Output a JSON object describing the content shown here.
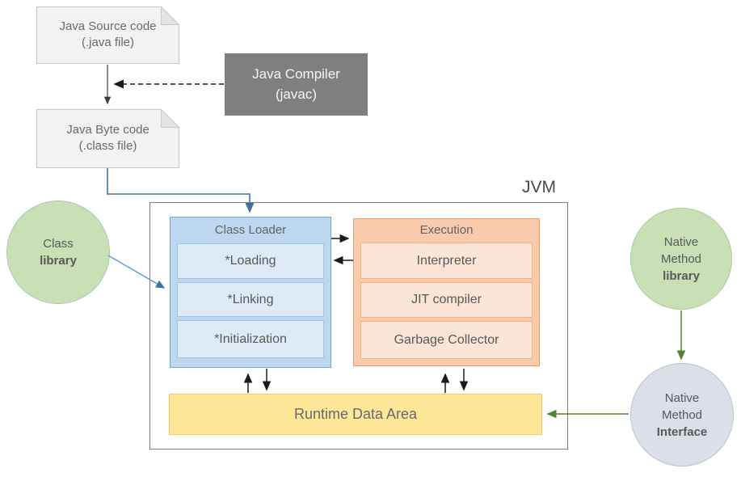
{
  "diagram": {
    "jvm_label": "JVM",
    "nodes": {
      "java_source": {
        "line1": "Java Source code",
        "line2": "(.java file)"
      },
      "java_compiler": {
        "line1": "Java Compiler",
        "line2": "(javac)"
      },
      "java_byte": {
        "line1": "Java Byte code",
        "line2": "(.class file)"
      },
      "class_library": {
        "line1": "Class",
        "line2": "library"
      },
      "class_loader": {
        "title": "Class Loader",
        "items": [
          "*Loading",
          "*Linking",
          "*Initialization"
        ]
      },
      "execution": {
        "title": "Execution",
        "items": [
          "Interpreter",
          "JIT compiler",
          "Garbage Collector"
        ]
      },
      "runtime_data_area": {
        "label": "Runtime Data Area"
      },
      "native_method_library": {
        "line1": "Native",
        "line2": "Method",
        "line3": "library"
      },
      "native_method_interface": {
        "line1": "Native",
        "line2": "Method",
        "line3": "Interface"
      }
    },
    "colors": {
      "class_loader_fill": "#bdd7ee",
      "class_loader_item_fill": "#deebf7",
      "execution_fill": "#f8cbad",
      "execution_item_fill": "#fbe5d6",
      "runtime_fill": "#ffe699",
      "compiler_fill": "#7f7f7f",
      "library_circle_fill": "#c9e0b6",
      "interface_circle_fill": "#dbdfe8",
      "blue_arrow": "#41719c",
      "green_arrow": "#538135",
      "black_arrow": "#1a1a1a"
    }
  }
}
